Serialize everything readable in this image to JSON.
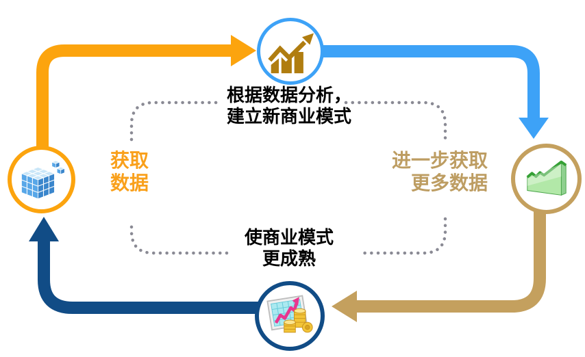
{
  "diagram": {
    "type": "cycle",
    "steps": [
      {
        "id": "acquire-data",
        "position": "left",
        "label": "获取 数据",
        "icon": "data-cubes-icon",
        "arrow_color": "#FCA40E"
      },
      {
        "id": "analyze-and-build-model",
        "position": "top",
        "label": "根据数据分析，建立新商业模式",
        "icon": "growth-chart-icon",
        "arrow_color": "#3DA2F7"
      },
      {
        "id": "acquire-more-data",
        "position": "right",
        "label": "进一步获取 更多数据",
        "icon": "area-chart-icon",
        "arrow_color": "#C4A05E"
      },
      {
        "id": "mature-business-model",
        "position": "bottom",
        "label": "使商业模式 更成熟",
        "icon": "profit-chart-coins-icon",
        "arrow_color": "#114C86"
      }
    ]
  },
  "labels": {
    "top": {
      "line1": "根据数据分析，",
      "line2": "建立新商业模式"
    },
    "right": {
      "line1": "进一步获取",
      "line2": "更多数据"
    },
    "bottom": {
      "line1": "使商业模式",
      "line2": "更成熟"
    },
    "left": {
      "line1": "获取",
      "line2": "数据"
    }
  },
  "icons": {
    "top": "growth-chart-icon",
    "right": "area-chart-icon",
    "bottom": "profit-chart-coins-icon",
    "left": "data-cubes-icon"
  },
  "colors": {
    "orange": "#FCA40E",
    "blue": "#3DA2F7",
    "tan": "#C4A05E",
    "navy": "#114C86",
    "label-dark": "#000000",
    "label-orange": "#F9A01B",
    "label-tan": "#BD9D62",
    "dotted": "#8A8A94",
    "gold-icon": "#B07D10"
  }
}
